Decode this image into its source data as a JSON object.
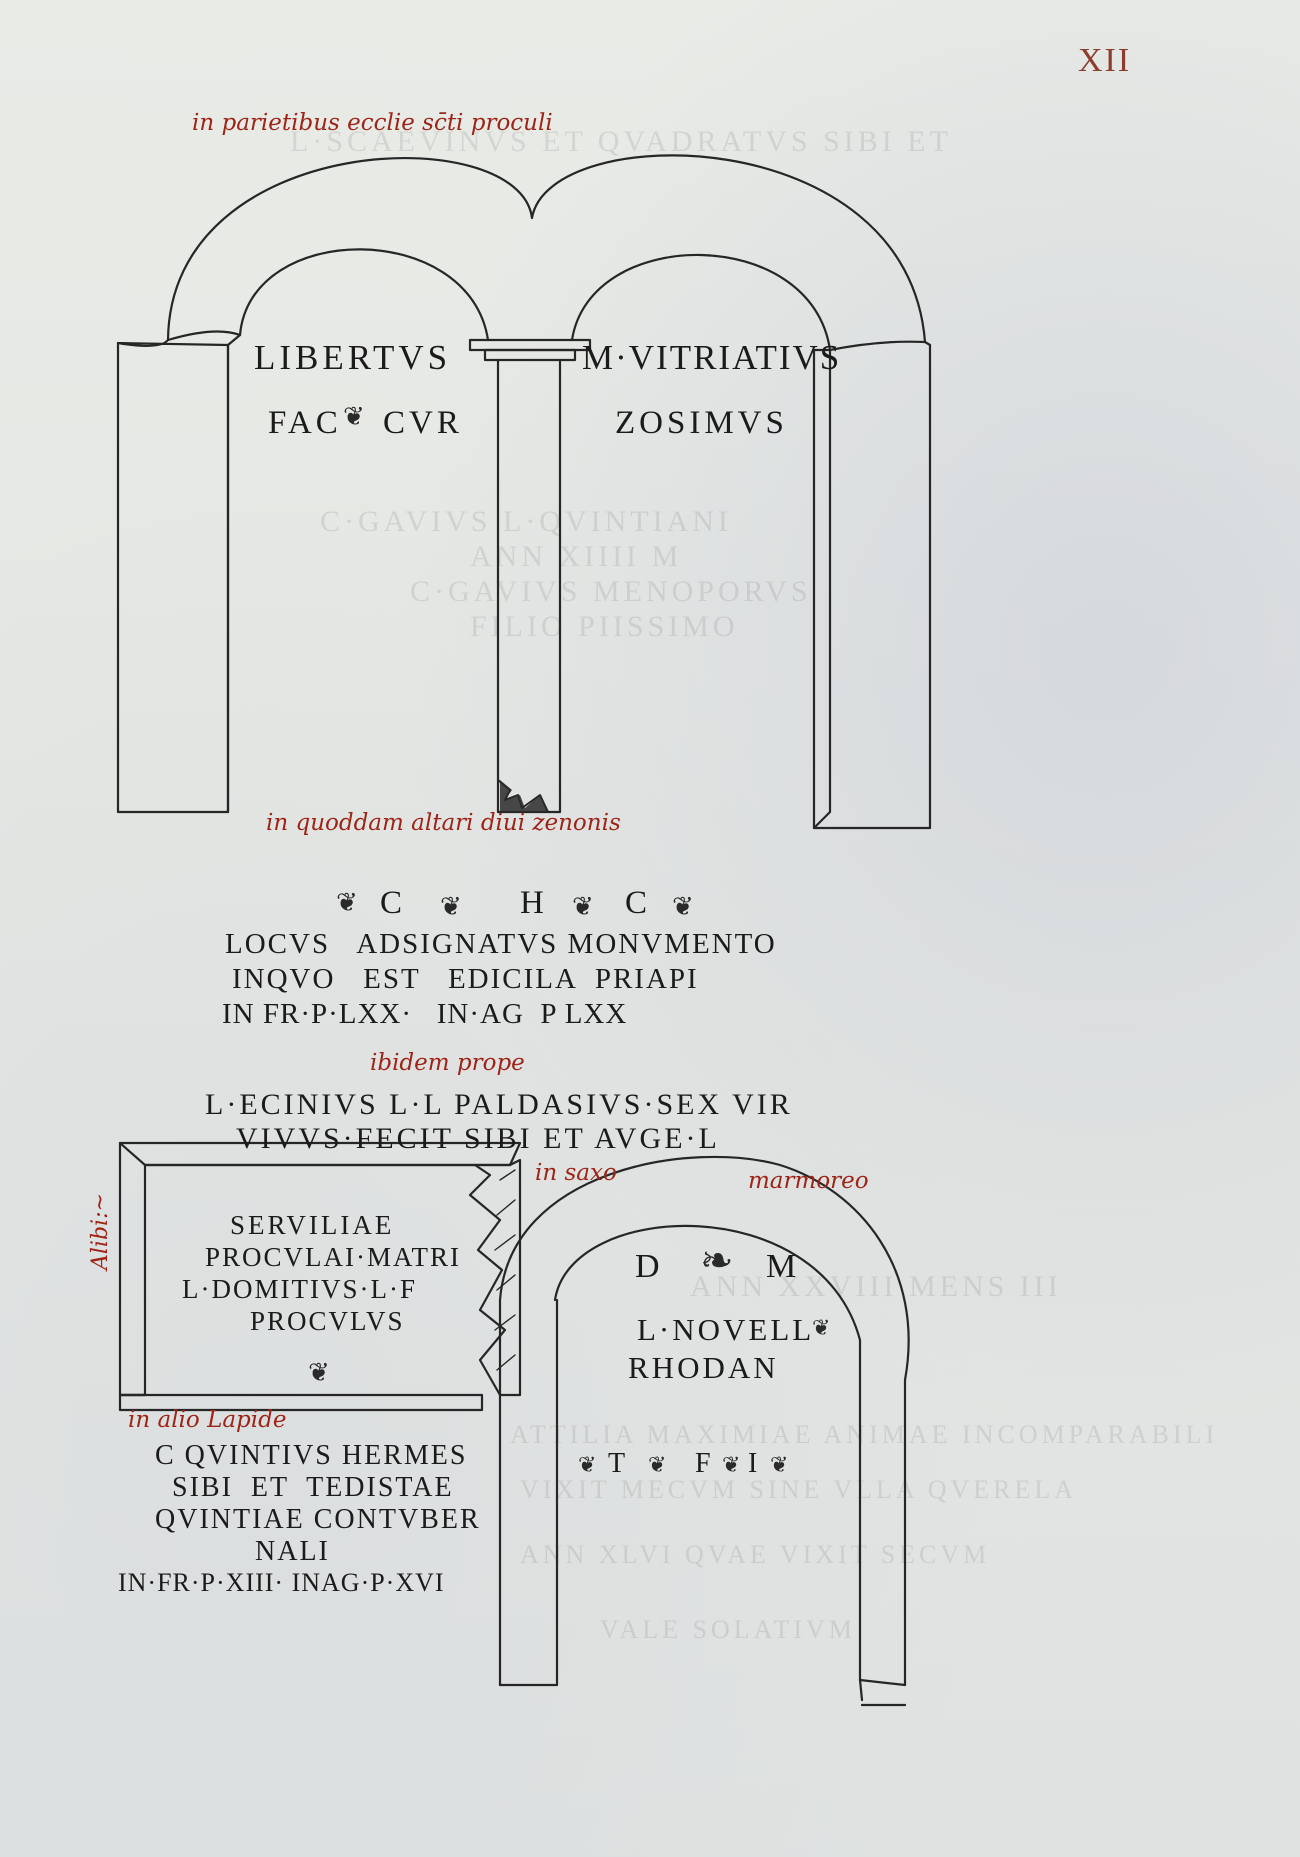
{
  "folio": "XII",
  "rubrics": {
    "r1": "in parietibus ecclie sc̄ti proculi",
    "r2": "in quoddam altari diui zenonis",
    "r3": "ibidem prope",
    "r4": "in saxo",
    "r5": "marmoreo",
    "r6": "in alio Lapide",
    "margin": "Alibi:~"
  },
  "arch_inscription": {
    "left_line1": "LIBERTVS",
    "left_line2_a": "FAC",
    "left_line2_b": "CVR",
    "right_line1": "M·VITRIATIVS",
    "right_line2": "ZOSIMVS"
  },
  "altar_inscription": {
    "heading": [
      "C",
      "H",
      "C"
    ],
    "line1": "LOCVS   ADSIGNATVS MONVMENTO",
    "line2": "INQVO   EST   EDICILA  PRIAPI",
    "line3": "IN FR·P·LXX·   IN·AG  P LXX"
  },
  "ecinius_inscription": {
    "line1": "L·ECINIVS L·L PALDASIVS·SEX VIR",
    "line2": "VIVVS·FECIT SIBI ET AVGE·L"
  },
  "servilia_inscription": {
    "line1": "SERVILIAE",
    "line2": "PROCVLAI·MATRI",
    "line3": "L·DOMITIVS·L·F",
    "line4": "PROCVLVS"
  },
  "novell_inscription": {
    "line1_a": "D",
    "line1_b": "M",
    "line2": "L·NOVELL",
    "line3": "RHODAN",
    "line4_a": "T",
    "line4_b": "F",
    "line4_c": "I"
  },
  "quintius_inscription": {
    "line1": "C QVINTIVS HERMES",
    "line2": "SIBI  ET  TEDISTAE",
    "line3": "QVINTIAE CONTVBER",
    "line4": "NALI",
    "line5": "IN·FR·P·XIII· INAG·P·XVI"
  },
  "bleed_through": {
    "b1": "L·SCAEVINVS  ET QVADRATVS  SIBI ET",
    "b2": "C·GAVIVS L·QVINTIANI",
    "b3": "ANN XIIII M",
    "b4": "C·GAVIVS  MENOPORVS",
    "b5": "FILIO PIISSIMO",
    "b6": "ANN XXVIII MENS III",
    "b7": "ATTILIA MAXIMIAE ANIMAE INCOMPARABILI",
    "b8": "VIXIT MECVM SINE VLLA QVERELA",
    "b9": "ANN XLVI QVAE VIXIT SECVM",
    "b10": "VALE SOLATIVM"
  },
  "colors": {
    "ink": "#1b1b1b",
    "rubric": "#9e2418",
    "parchment": "#e4e6e3"
  }
}
